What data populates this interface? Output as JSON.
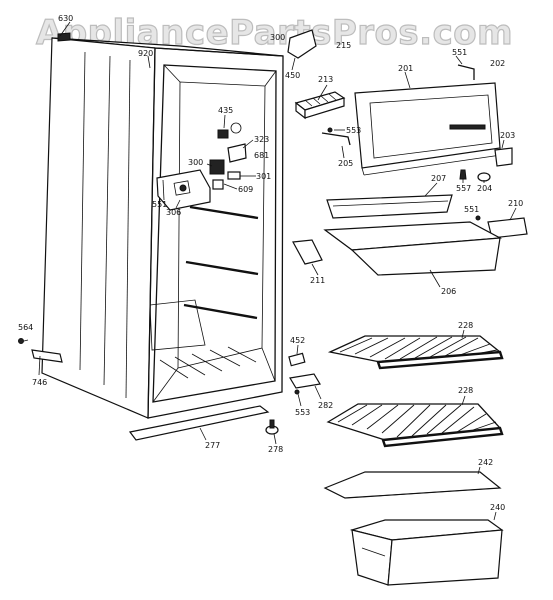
{
  "watermark": "AppliancePartsPros.com",
  "labels": {
    "l630": "630",
    "l920": "920",
    "l300a": "300",
    "l215": "215",
    "l450": "450",
    "l213": "213",
    "l201": "201",
    "l551a": "551",
    "l202": "202",
    "l435": "435",
    "l323": "323",
    "l681": "681",
    "l553a": "553",
    "l205": "205",
    "l203": "203",
    "l300b": "300",
    "l301": "301",
    "l609": "609",
    "l557": "557",
    "l204": "204",
    "l551b": "551",
    "l306": "306",
    "l207": "207",
    "l551c": "551",
    "l210": "210",
    "l211": "211",
    "l206": "206",
    "l228a": "228",
    "l564": "564",
    "l452": "452",
    "l746": "746",
    "l553b": "553",
    "l282": "282",
    "l228b": "228",
    "l277": "277",
    "l278": "278",
    "l242": "242",
    "l240": "240"
  }
}
